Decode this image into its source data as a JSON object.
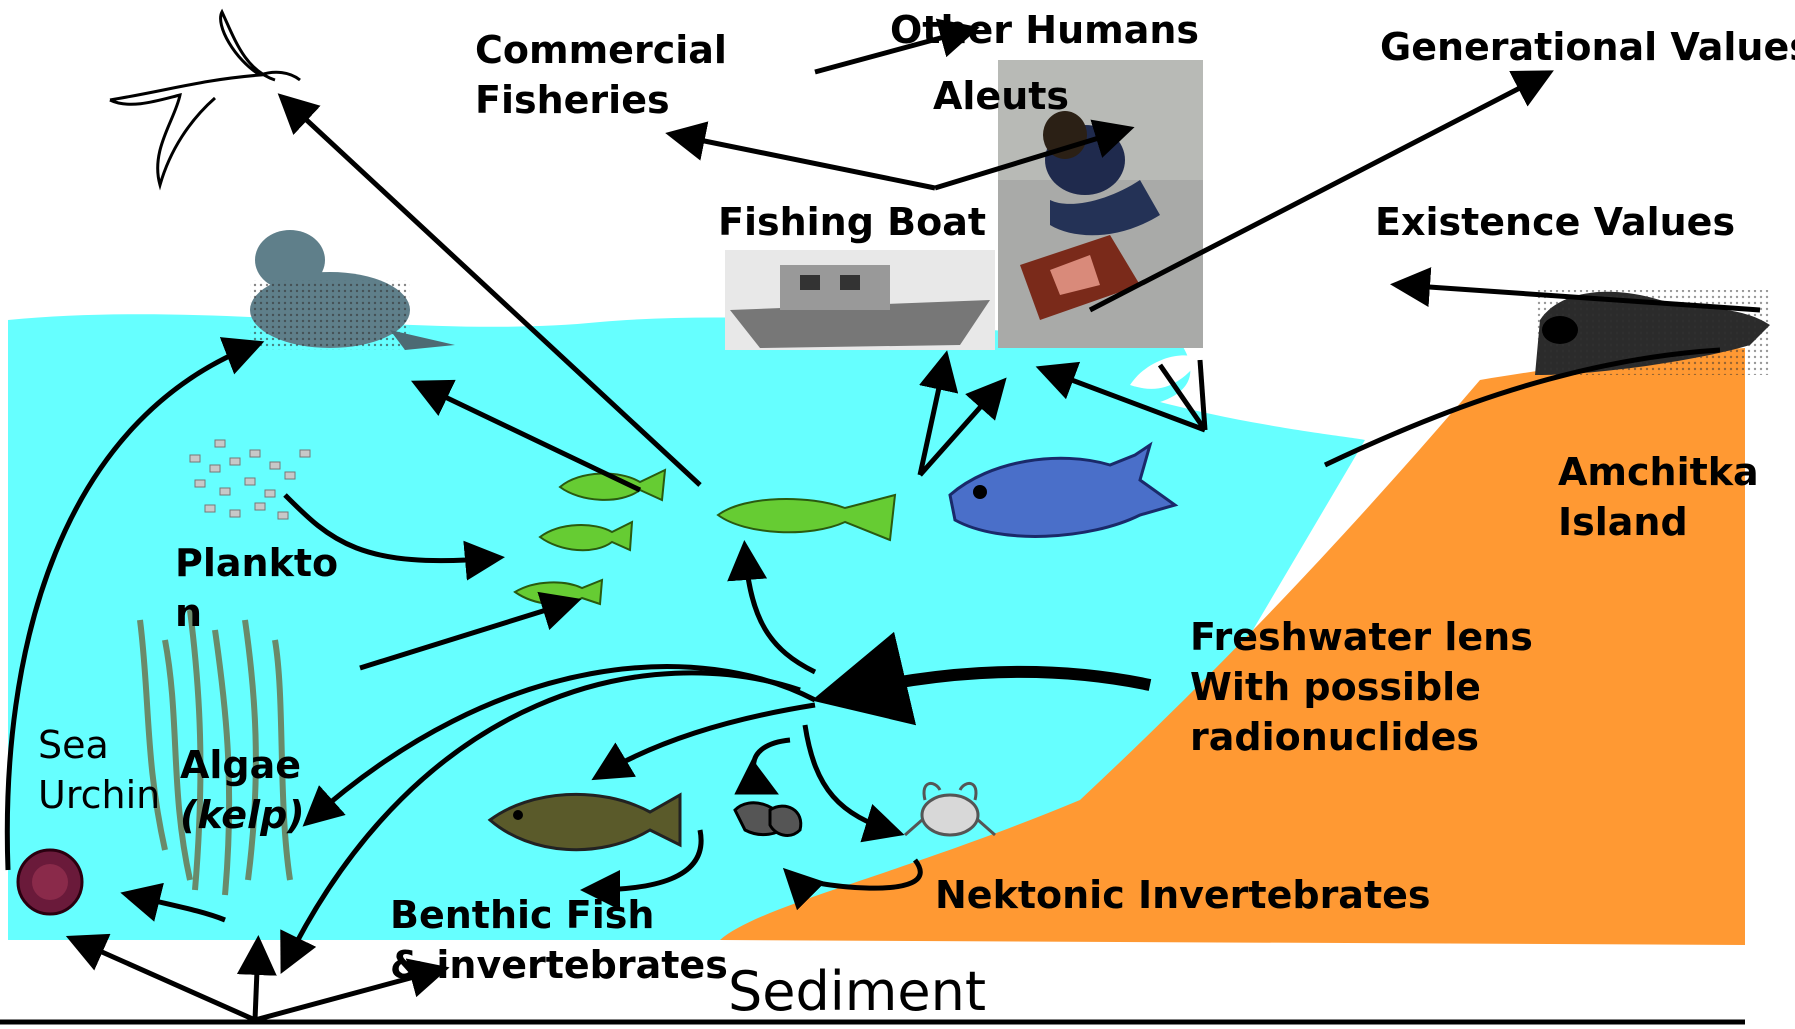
{
  "labels": {
    "commercial_fisheries": "Commercial\nFisheries",
    "other_humans": "Other Humans",
    "aleuts": "Aleuts",
    "generational_values": "Generational Values",
    "fishing_boat": "Fishing Boat",
    "existence_values": "Existence Values",
    "amchitka_island": "Amchitka\nIsland",
    "plankton": "Plankto\nn",
    "freshwater_lens": "Freshwater lens\nWith possible\nradionuclides",
    "sea_urchin": "Sea\nUrchin",
    "algae": "Algae",
    "kelp": "(kelp)",
    "benthic_fish": "Benthic Fish\n& invertebrates",
    "nektonic_invertebrates": "Nektonic Invertebrates",
    "sediment": "Sediment"
  },
  "colors": {
    "water": "#66ffff",
    "island": "#ff9933",
    "arrow": "#000000",
    "fish_green": "#66cc33",
    "fish_blue": "#4a6fc9",
    "flatfish": "#5a5a2a"
  },
  "icons": [
    "tern-icon",
    "seal-icon",
    "fishing-boat-photo",
    "aleut-woman-photo",
    "island-seal-icon",
    "plankton-icon",
    "small-fish-icon",
    "blue-rockfish-icon",
    "kelp-icon",
    "sea-urchin-icon",
    "flatfish-icon",
    "mussel-icon",
    "crab-icon"
  ]
}
